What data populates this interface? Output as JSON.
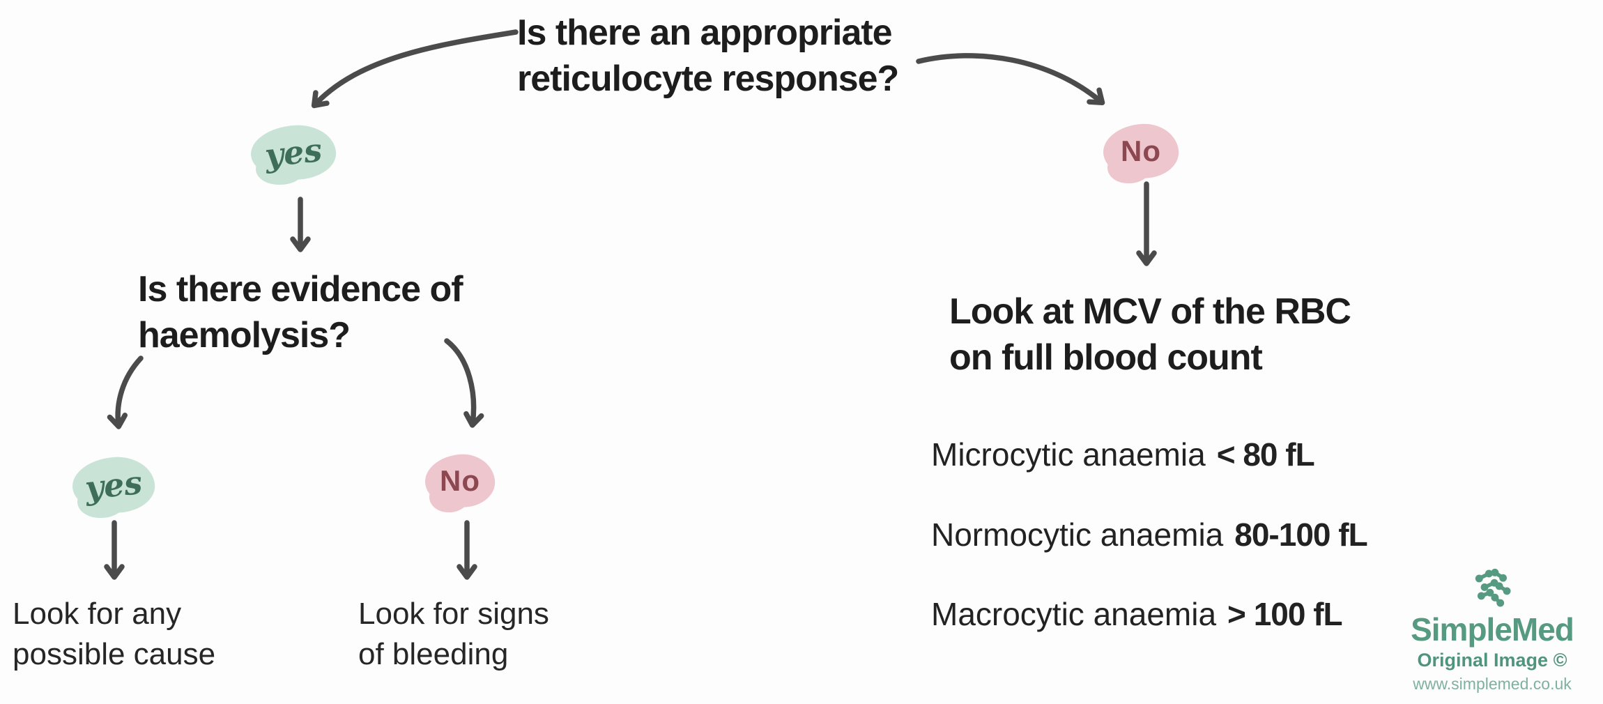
{
  "flowchart": {
    "root_question": {
      "line1": "Is there an appropriate",
      "line2": "reticulocyte response?"
    },
    "yes_label": "yes",
    "no_label": "No",
    "haemolysis_question": {
      "line1": "Is there evidence of",
      "line2": "haemolysis?"
    },
    "outcomes": {
      "haemolysis_yes": {
        "line1": "Look for any",
        "line2": "possible cause"
      },
      "haemolysis_no": {
        "line1": "Look for signs",
        "line2": "of bleeding"
      }
    },
    "mcv_action": {
      "line1": "Look at MCV of the RBC",
      "line2": "on full blood count"
    },
    "mcv_reference": [
      {
        "label": "Microcytic anaemia",
        "value": "< 80 fL"
      },
      {
        "label": "Normocytic anaemia",
        "value": "80-100 fL"
      },
      {
        "label": "Macrocytic anaemia",
        "value": "> 100 fL"
      }
    ],
    "colors": {
      "yes_highlight": "#c9e4d7",
      "yes_ink": "#3e6e5a",
      "no_highlight": "#eec6ce",
      "no_ink": "#8d4751",
      "arrow": "#4b4b4b",
      "text": "#1d1d1d"
    }
  },
  "watermark": {
    "brand": "SimpleMed",
    "caption": "Original Image ©",
    "url": "www.simplemed.co.uk",
    "brand_color": "#579a82"
  }
}
